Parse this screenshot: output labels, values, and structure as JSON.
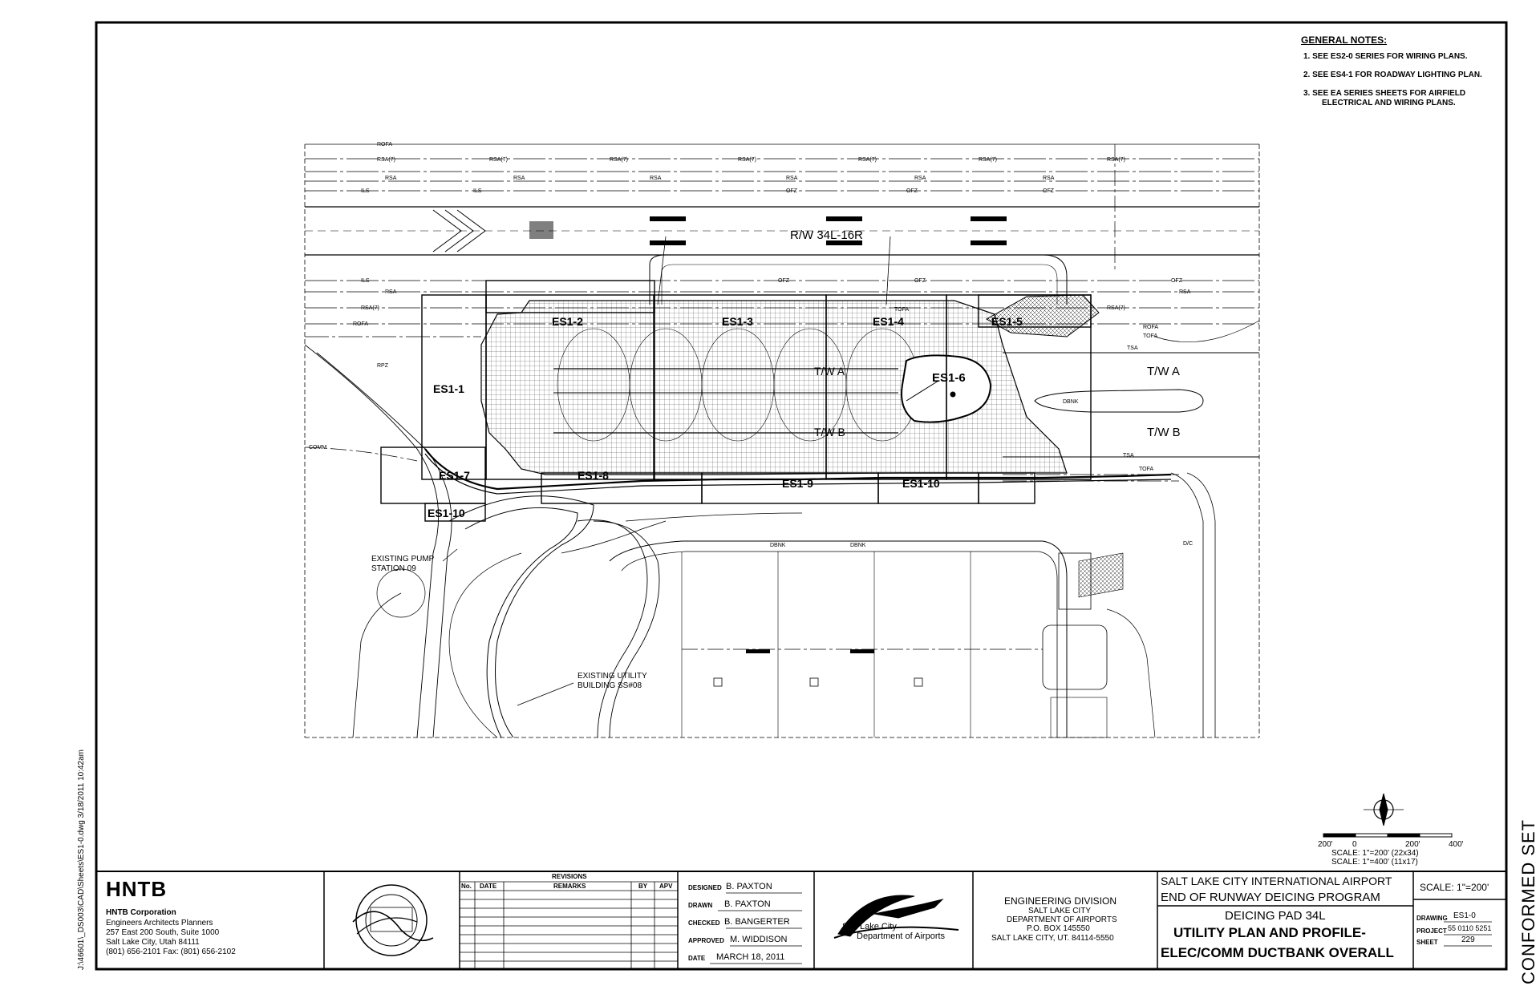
{
  "side_path": "J:\\46601\\_DS003\\CAD\\Sheets\\ES1-0.dwg 3/18/2011 10:42am",
  "general_notes": {
    "title": "GENERAL NOTES:",
    "items": [
      "1.  SEE ES2-0 SERIES FOR WIRING PLANS.",
      "2.  SEE ES4-1 FOR ROADWAY LIGHTING PLAN.",
      "3.  SEE EA SERIES SHEETS FOR AIRFIELD",
      "ELECTRICAL AND WIRING PLANS."
    ]
  },
  "plan": {
    "runway_label": "R/W 34L-16R",
    "taxiway_a": "T/W A",
    "taxiway_b": "T/W B",
    "sheet_keys": [
      "ES1-1",
      "ES1-2",
      "ES1-3",
      "ES1-4",
      "ES1-5",
      "ES1-6",
      "ES1-7",
      "ES1-8",
      "ES1-9",
      "ES1-10",
      "ES1-10"
    ],
    "line_labels": [
      "ROFA",
      "RSA(7)",
      "RSA",
      "ILS",
      "OFZ",
      "TOFA",
      "TSA",
      "DBNK",
      "RPZ",
      "COMM",
      "D/C"
    ],
    "callout_pump": [
      "EXISTING PUMP",
      "STATION 09"
    ],
    "callout_utility": [
      "EXISTING UTILITY",
      "BUILDING SS#08"
    ]
  },
  "scale_bar": {
    "ticks": [
      "200'",
      "0",
      "200'",
      "400'"
    ],
    "scale1": "SCALE: 1\"=200' (22x34)",
    "scale2": "SCALE: 1\"=400' (11x17)",
    "north": "N"
  },
  "title_block": {
    "firm": {
      "logo": "HNTB",
      "name": "HNTB Corporation",
      "tagline": "Engineers Architects Planners",
      "address1": "257 East 200 South, Suite 1000",
      "address2": "Salt Lake City, Utah  84111",
      "phone": "(801) 656-2101  Fax: (801) 656-2102"
    },
    "revisions": {
      "title": "REVISIONS",
      "headers": [
        "No.",
        "DATE",
        "REMARKS",
        "BY",
        "APV"
      ]
    },
    "signatures": [
      {
        "label": "DESIGNED",
        "value": "B. PAXTON"
      },
      {
        "label": "DRAWN",
        "value": "B. PAXTON"
      },
      {
        "label": "CHECKED",
        "value": "B. BANGERTER"
      },
      {
        "label": "APPROVED",
        "value": "M. WIDDISON"
      },
      {
        "label": "DATE",
        "value": "MARCH 18, 2011"
      }
    ],
    "slc_logo": [
      "Salt Lake City",
      "Department of Airports"
    ],
    "engineering": [
      "ENGINEERING DIVISION",
      "SALT LAKE CITY",
      "DEPARTMENT OF AIRPORTS",
      "P.O. BOX 145550",
      "SALT LAKE CITY, UT. 84114-5550"
    ],
    "project_title": [
      "SALT LAKE CITY INTERNATIONAL AIRPORT",
      "END OF RUNWAY DEICING PROGRAM",
      "DEICING PAD 34L",
      "UTILITY PLAN AND PROFILE-",
      "ELEC/COMM DUCTBANK OVERALL"
    ],
    "scale": "SCALE: 1\"=200'",
    "drawing_label": "DRAWING",
    "drawing": "ES1-0",
    "project_label": "PROJECT",
    "project": "55 0110 5251",
    "sheet_label": "SHEET",
    "sheet": "229"
  },
  "conformed": "CONFORMED SET"
}
